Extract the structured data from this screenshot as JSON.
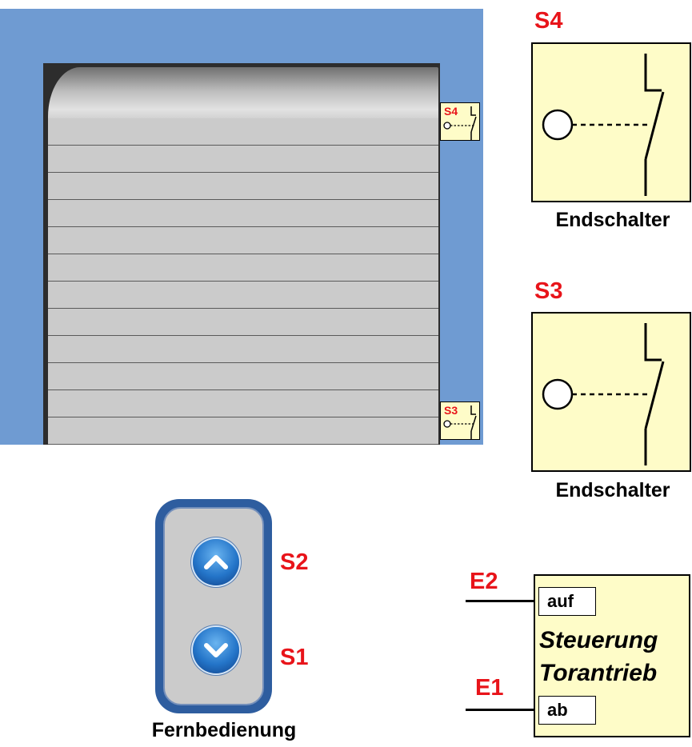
{
  "limit_switches": {
    "top": {
      "tag": "S4",
      "caption": "Endschalter"
    },
    "bottom": {
      "tag": "S3",
      "caption": "Endschalter"
    }
  },
  "remote": {
    "caption": "Fernbedienung",
    "up_button": {
      "tag": "S2",
      "icon": "chevron-up-icon"
    },
    "down_button": {
      "tag": "S1",
      "icon": "chevron-down-icon"
    }
  },
  "controller": {
    "title_line1": "Steuerung",
    "title_line2": "Torantrieb",
    "input_up": {
      "tag": "E2",
      "port": "auf"
    },
    "input_down": {
      "tag": "E1",
      "port": "ab"
    }
  },
  "colors": {
    "frame": "#6f9bd2",
    "switch_box": "#fefcc8",
    "label_red": "#e8141a",
    "remote_body": "#2e5d9f",
    "remote_button": "#2475c9"
  }
}
